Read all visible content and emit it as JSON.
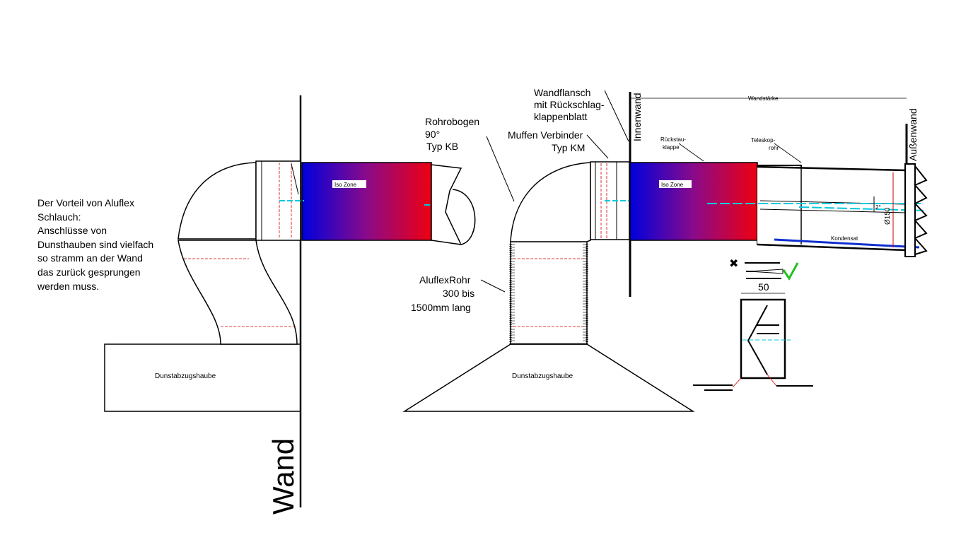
{
  "labels": {
    "vorteil": [
      "Der Vorteil von Aluflex",
      "Schlauch:",
      "Anschlüsse von",
      "Dunsthauben sind vielfach",
      "so stramm an der Wand",
      "das zurück gesprungen",
      "werden muss."
    ],
    "rohrbogen": [
      "Rohrobogen",
      "90°",
      "Typ KB"
    ],
    "wandflansch": [
      "Wandflansch",
      "mit Rückschlag-",
      "klappenblatt"
    ],
    "muffen": [
      "Muffen Verbinder",
      "Typ KM"
    ],
    "aluflex": [
      "AluflexRohr",
      "300 bis",
      "1500mm lang"
    ],
    "iso_zone": "Iso Zone",
    "dunst": "Dunstabzugshaube",
    "wand": "Wand",
    "innenwand": "Innenwand",
    "aussenwand": "Außenwand",
    "wandstaerke": "Wandstärke",
    "rueckstau": [
      "Rückstau-",
      "klappe"
    ],
    "teleskop": [
      "Teleskop-",
      "rohr"
    ],
    "kondensat": "Kondensat",
    "diameter": "Ø150",
    "slope": "2°",
    "dim50": "50"
  },
  "colors": {
    "iso_start": "#0000dd",
    "iso_end": "#ee0000",
    "cyan": "#00c8e0",
    "condensate": "#1030d0",
    "ok": "#22c020",
    "bad": "#e00000"
  }
}
